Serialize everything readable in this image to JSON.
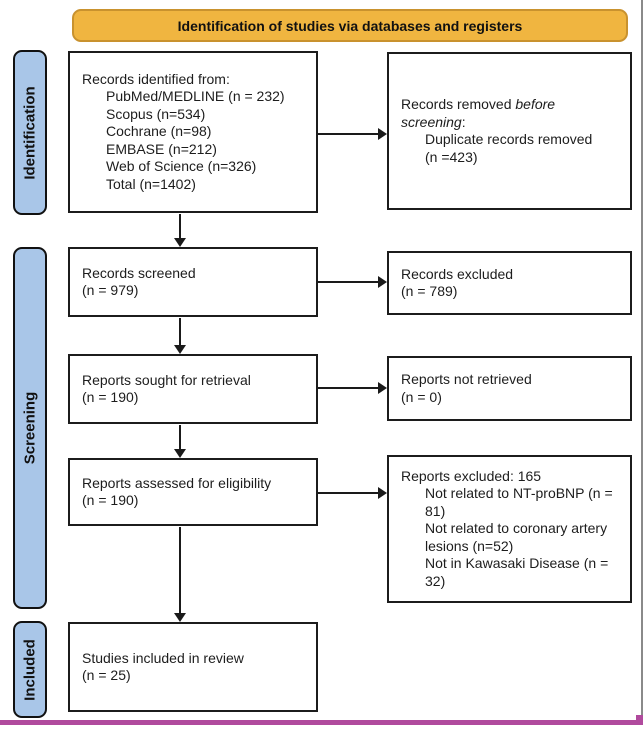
{
  "banner": {
    "label": "Identification of studies via databases and registers"
  },
  "stages": {
    "identification": "Identification",
    "screening": "Screening",
    "included": "Included"
  },
  "boxes": {
    "identified": {
      "title": "Records identified from:",
      "items": [
        "PubMed/MEDLINE (n = 232)",
        "Scopus (n=534)",
        "Cochrane (n=98)",
        "EMBASE (n=212)",
        "Web of Science (n=326)",
        "Total (n=1402)"
      ]
    },
    "removed": {
      "prefix": "Records removed ",
      "italic": "before screening",
      "suffix": ":",
      "items": [
        "Duplicate records removed (n =423)"
      ]
    },
    "screened": {
      "text": "Records screened\n(n = 979)"
    },
    "excluded": {
      "text": "Records excluded\n(n = 789)"
    },
    "sought": {
      "text": "Reports sought for retrieval\n(n = 190)"
    },
    "not_retrieved": {
      "text": "Reports not retrieved\n(n = 0)"
    },
    "assessed": {
      "text": "Reports assessed for eligibility\n(n = 190)"
    },
    "excluded_reports": {
      "title": "Reports excluded: 165",
      "items": [
        "Not related to NT-proBNP (n = 81)",
        "Not related to coronary artery lesions (n=52)",
        "Not in Kawasaki Disease (n = 32)"
      ]
    },
    "included_studies": {
      "text": "Studies included in review\n(n = 25)"
    }
  },
  "colors": {
    "banner_fill": "#F0B540",
    "banner_border": "#C9922E",
    "stage_fill": "#A9C6E8",
    "box_border": "#1c1c1c",
    "bottom_rule": "#B04A9D"
  }
}
